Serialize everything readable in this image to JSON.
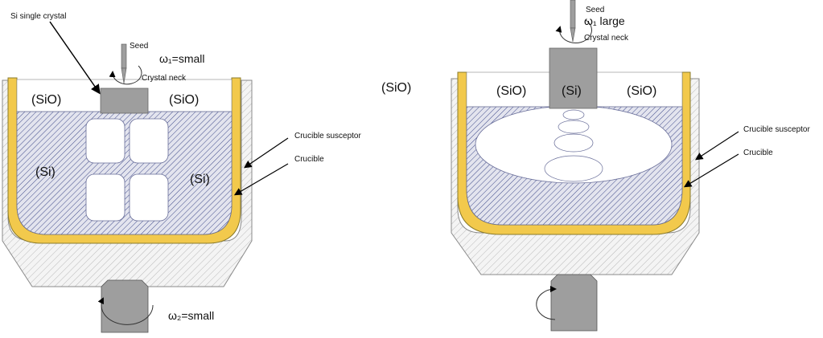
{
  "left_panel": {
    "si_single_crystal": "Si single crystal",
    "seed": "Seed",
    "omega1": "ω₁=small",
    "crystal_neck": "Crystal neck",
    "sio_left": "(SiO)",
    "sio_right": "(SiO)",
    "si_left": "(Si)",
    "si_right": "(Si)",
    "crucible_susceptor": "Crucible susceptor",
    "crucible": "Crucible",
    "omega2": "ω₂=small"
  },
  "middle_label": "(SiO)",
  "right_panel": {
    "seed": "Seed",
    "omega1": "ω₁  large",
    "crystal_neck": "Crystal neck",
    "sio_left": "(SiO)",
    "si_center": "(Si)",
    "sio_right": "(SiO)",
    "crucible_susceptor": "Crucible susceptor",
    "crucible": "Crucible"
  },
  "colors": {
    "susceptor": "#f2c94c",
    "melt_hatch": "#3f4a8a",
    "outer_hatch": "#b9b9b9",
    "crystal": "#9e9e9e"
  }
}
